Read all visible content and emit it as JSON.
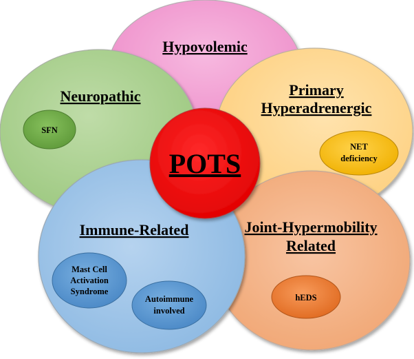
{
  "center": {
    "label": "POTS"
  },
  "subtypes": {
    "hypovolemic": {
      "label": "Hypovolemic"
    },
    "neuropathic": {
      "label": "Neuropathic",
      "sub": "SFN"
    },
    "hyperadrenergic": {
      "label1": "Primary",
      "label2": "Hyperadrenergic",
      "sub1": "NET",
      "sub2": "deficiency"
    },
    "immune": {
      "label": "Immune-Related",
      "sub_a1": "Mast Cell",
      "sub_a2": "Activation",
      "sub_a3": "Syndrome",
      "sub_b1": "Autoimmune",
      "sub_b2": "involved"
    },
    "hypermobility": {
      "label1": "Joint-Hypermobility",
      "label2": "Related",
      "sub": "hEDS"
    }
  },
  "colors": {
    "pink": "#f19bd0",
    "green": "#a9d18e",
    "orange_light": "#ffd996",
    "blue": "#9dc3e6",
    "salmon": "#f4b183",
    "red": "#ff0000",
    "green_dark": "#70ad47",
    "gold": "#ffc000",
    "blue_dark": "#5b9bd5",
    "orange_dark": "#ed7d31"
  }
}
